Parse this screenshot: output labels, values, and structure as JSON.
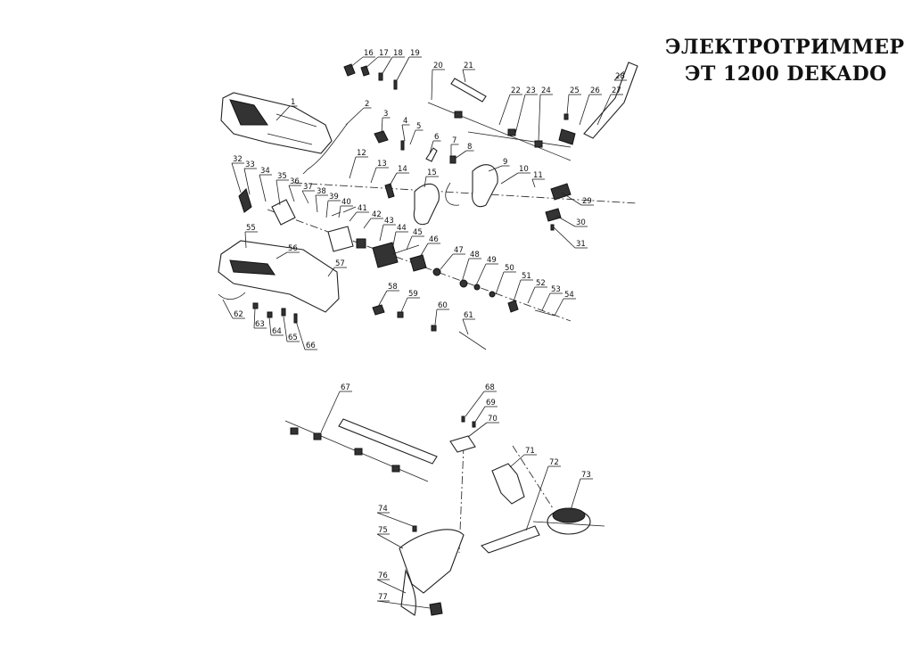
{
  "title": {
    "line1": "ЭЛЕКТРОТРИММЕР",
    "line2": "ЭТ 1200  DEKADO"
  },
  "callouts": [
    "1",
    "2",
    "3",
    "4",
    "5",
    "6",
    "7",
    "8",
    "9",
    "10",
    "11",
    "12",
    "13",
    "14",
    "15",
    "16",
    "17",
    "18",
    "19",
    "20",
    "21",
    "22",
    "23",
    "24",
    "25",
    "26",
    "27",
    "28",
    "29",
    "30",
    "31",
    "32",
    "33",
    "34",
    "35",
    "36",
    "37",
    "38",
    "39",
    "40",
    "41",
    "42",
    "43",
    "44",
    "45",
    "46",
    "47",
    "48",
    "49",
    "50",
    "51",
    "52",
    "53",
    "54",
    "55",
    "56",
    "57",
    "58",
    "59",
    "60",
    "61",
    "62",
    "63",
    "64",
    "65",
    "66",
    "67",
    "68",
    "69",
    "70",
    "71",
    "72",
    "73",
    "74",
    "75",
    "76",
    "77"
  ]
}
